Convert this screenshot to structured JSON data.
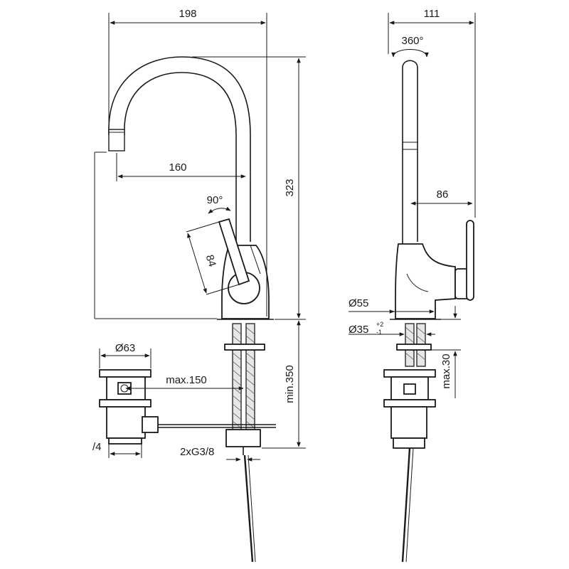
{
  "dimensions": {
    "overall_width": "198",
    "spout_reach": "160",
    "height": "323",
    "lever_length": "84",
    "lever_rotation": "90°",
    "waste_diameter": "Ø63",
    "waste_offset": "max.150",
    "connections": "2xG3/8",
    "hose_length": "min.350",
    "side_depth": "111",
    "side_lever_offset": "86",
    "spout_rotation": "360°",
    "base_diameter": "Ø55",
    "hole_diameter": "Ø35",
    "hole_tolerance_upper": "+2",
    "hole_tolerance_lower": "-1",
    "deck_thickness": "max.30",
    "waste_thread": "/4"
  }
}
